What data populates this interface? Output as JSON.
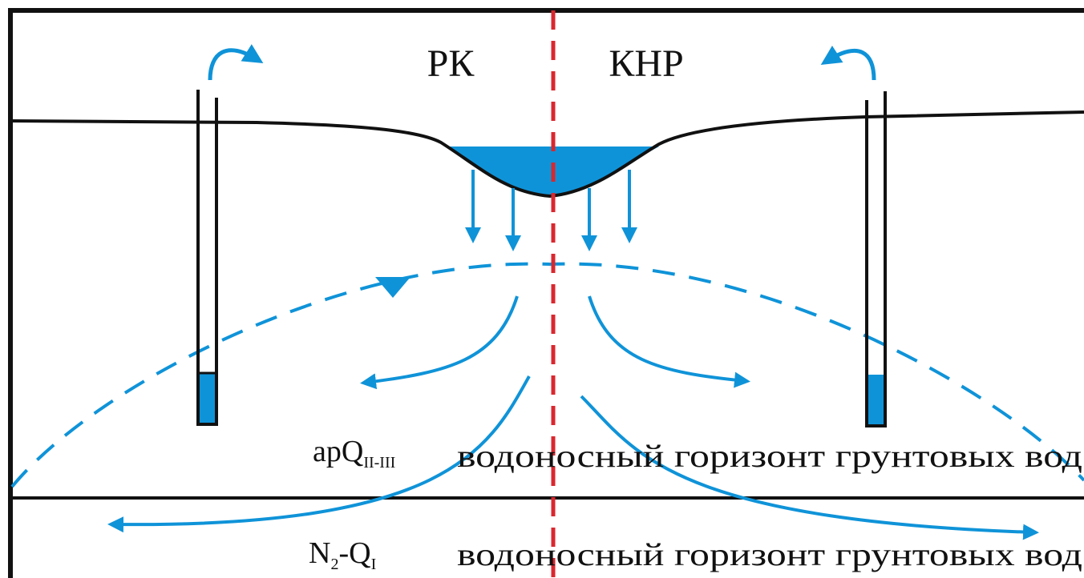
{
  "labels": {
    "country_left": "РК",
    "country_right": "КНР",
    "upper_layer": {
      "code_main": "apQ",
      "code_sub": "II-III",
      "description": "водоносный горизонт грунтовых вод"
    },
    "lower_layer": {
      "code_n": "N",
      "code_n_sub": "2",
      "code_dash_q": "-Q",
      "code_q_sub": "I",
      "description": "водоносный горизонт грунтовых вод"
    }
  },
  "colors": {
    "water": "#0f93d8",
    "border": "#d9272e",
    "line": "#111111"
  }
}
